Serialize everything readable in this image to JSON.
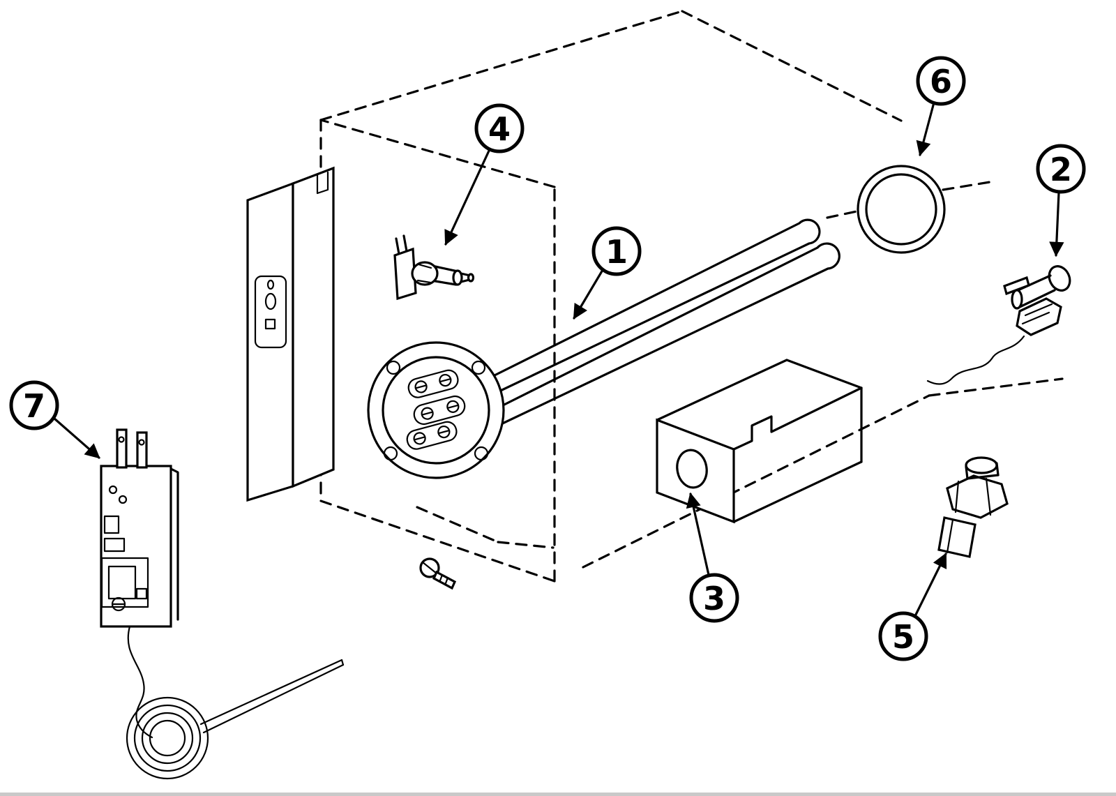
{
  "diagram": {
    "kind": "exploded-parts-diagram",
    "background_color": "#ffffff",
    "line_color": "#000000",
    "callout_fill": "#ffffff"
  },
  "callouts": [
    {
      "label": "1",
      "part": "heating-element"
    },
    {
      "label": "2",
      "part": "temperature-sensor"
    },
    {
      "label": "3",
      "part": "junction-box"
    },
    {
      "label": "4",
      "part": "high-limit-thermostat"
    },
    {
      "label": "5",
      "part": "drain-plug"
    },
    {
      "label": "6",
      "part": "o-ring-gasket"
    },
    {
      "label": "7",
      "part": "thermostat-with-capillary"
    }
  ]
}
